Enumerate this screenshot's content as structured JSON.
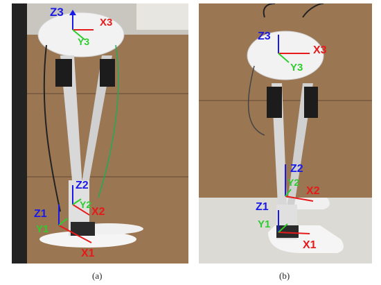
{
  "figure": {
    "panels": [
      {
        "id": "a",
        "caption": "(a)",
        "frames": [
          {
            "name": "Z3",
            "color": "#1a1ae6"
          },
          {
            "name": "X3",
            "color": "#e61a1a"
          },
          {
            "name": "Y3",
            "color": "#2ecc2e"
          },
          {
            "name": "Z2",
            "color": "#1a1ae6"
          },
          {
            "name": "X2",
            "color": "#e61a1a"
          },
          {
            "name": "Y2",
            "color": "#2ecc2e"
          },
          {
            "name": "Z1",
            "color": "#1a1ae6"
          },
          {
            "name": "X1",
            "color": "#e61a1a"
          },
          {
            "name": "Y1",
            "color": "#2ecc2e"
          }
        ]
      },
      {
        "id": "b",
        "caption": "(b)",
        "frames": [
          {
            "name": "Z3",
            "color": "#1a1ae6"
          },
          {
            "name": "X3",
            "color": "#e61a1a"
          },
          {
            "name": "Y3",
            "color": "#2ecc2e"
          },
          {
            "name": "Z2",
            "color": "#1a1ae6"
          },
          {
            "name": "X2",
            "color": "#e61a1a"
          },
          {
            "name": "Y2",
            "color": "#2ecc2e"
          },
          {
            "name": "Z1",
            "color": "#1a1ae6"
          },
          {
            "name": "X1",
            "color": "#e61a1a"
          },
          {
            "name": "Y1",
            "color": "#2ecc2e"
          }
        ]
      }
    ]
  },
  "colors": {
    "z_axis": "#1a1ae6",
    "x_axis": "#e61a1a",
    "y_axis": "#2ecc2e",
    "cardboard": "#9b7653",
    "wall": "#e9e7e2",
    "robot_white": "#f2f2f2"
  }
}
